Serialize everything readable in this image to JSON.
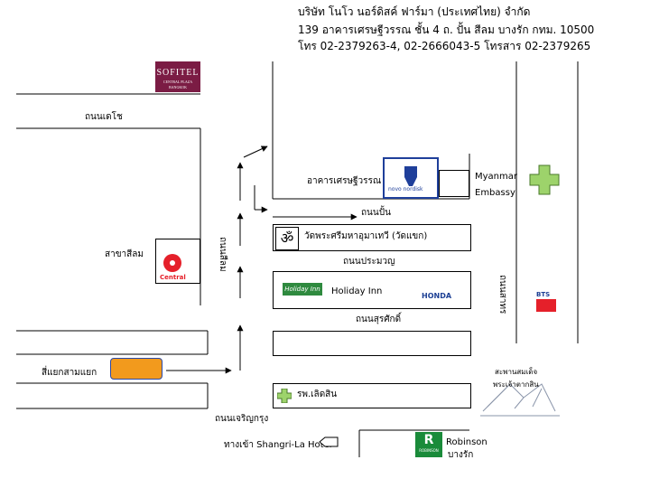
{
  "header": {
    "company": "บริษัท โนโว นอร์ดิสค์ ฟาร์มา (ประเทศไทย) จำกัด",
    "address": "139 อาคารเศรษฐีวรรณ ชั้น 4 ถ. ปั้น สีลม บางรัก กทม. 10500",
    "phone": "โทร 02-2379263-4, 02-2666043-5 โทรสาร 02-2379265"
  },
  "roads": {
    "thanon_dechi": "ถนนเดโช",
    "thanon_pan": "ถนนปั้น",
    "thanon_pramuan": "ถนนประมวญ",
    "thanon_surasak": "ถนนสุรศักดิ์",
    "thanon_charoenkrung": "ถนนเจริญกรุง",
    "thanon_silom": "ถนนสีลม",
    "thanon_sathorn": "ถนนสาทร"
  },
  "places": {
    "sofitel_name": "SOFITEL",
    "sofitel_sub": "CENTRAL PLAZA BANGKOK",
    "building": "อาคารเศรษฐีวรรณ",
    "novo_logo": "novo nordisk",
    "myanmar_1": "Myanmar",
    "myanmar_2": "Embassy",
    "temple": "วัดพระศรีมหาอุมาเทวี (วัดแขก)",
    "central_branch": "สาขาสีลม",
    "central_logo": "Central",
    "holiday_inn_logo": "Holiday Inn",
    "holiday_inn": "Holiday Inn",
    "honda": "HONDA",
    "silom_junction": "สี่แยกสามแยก",
    "taksin_1": "สะพานสมเด็จ",
    "taksin_2": "พระเจ้าตากสิน",
    "bts": "BTS",
    "hospital": "รพ.เลิดสิน",
    "shangrila": "ทางเข้า Shangri-La Hotel",
    "robinson_1": "Robinson",
    "robinson_2": "บางรัก",
    "robinson_logo": "ROBINSON"
  },
  "colors": {
    "sofitel": "#7b1c44",
    "novo_blue": "#1f3f9a",
    "cross_green": "#9dd36b",
    "central_red": "#e5202a",
    "holiday_green": "#2f8a3f",
    "honda_blue": "#1c3f94",
    "robinson_green": "#1a8b3a",
    "taxi_orange": "#f29a1d"
  },
  "icons": [
    "om-symbol-icon",
    "hospital-cross-icon",
    "bts-logo-icon",
    "taxi-icon",
    "bridge-icon",
    "arrow-icon"
  ]
}
